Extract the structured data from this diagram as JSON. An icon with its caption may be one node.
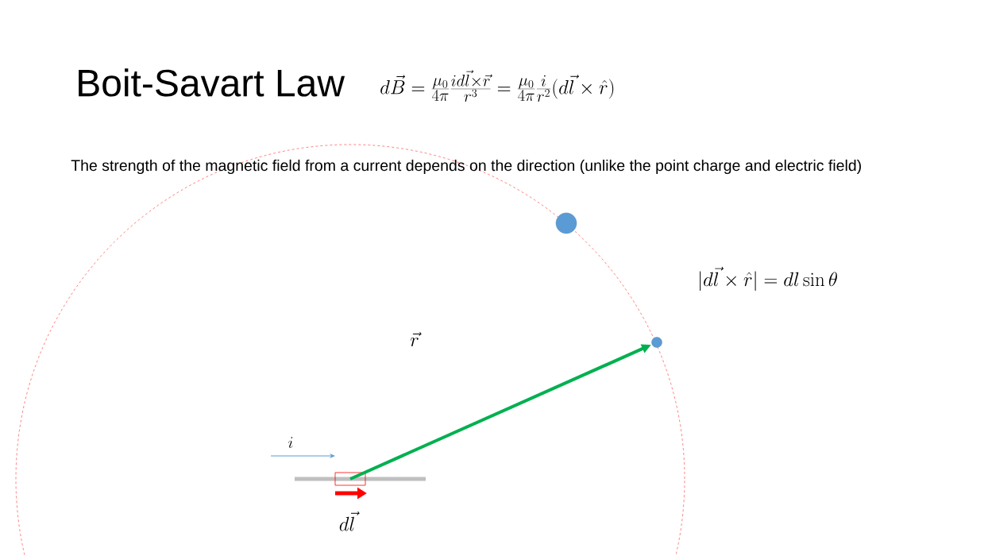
{
  "diagram": {
    "title": "Boit-Savart Law",
    "nodes": [
      {
        "text": [],
        "shape": "box"
      },
      {
        "text": [],
        "shape": "circle"
      },
      {
        "text": [],
        "shape": "circle"
      }
    ],
    "edges": [
      {
        "from": 0,
        "to": 1,
        "arrow": "to"
      }
    ],
    "labels": [
      "d\\vec{B} = \\frac{\\mu_0}{4\\pi}\\frac{i d\\vec{l}\\times\\vec{r}}{r^3} = \\frac{\\mu_0}{4\\pi}\\frac{i}{r^2}(d\\vec{l}\\times\\hat{r})",
      "The strength of the magnetic field from a current depends on the direction (unlike the point charge and electric field)",
      "|d\\vec{l}\\times\\hat{r}| = dl\\sin\\theta",
      "\\vec{r}",
      "i",
      "d\\vec{l}"
    ]
  }
}
